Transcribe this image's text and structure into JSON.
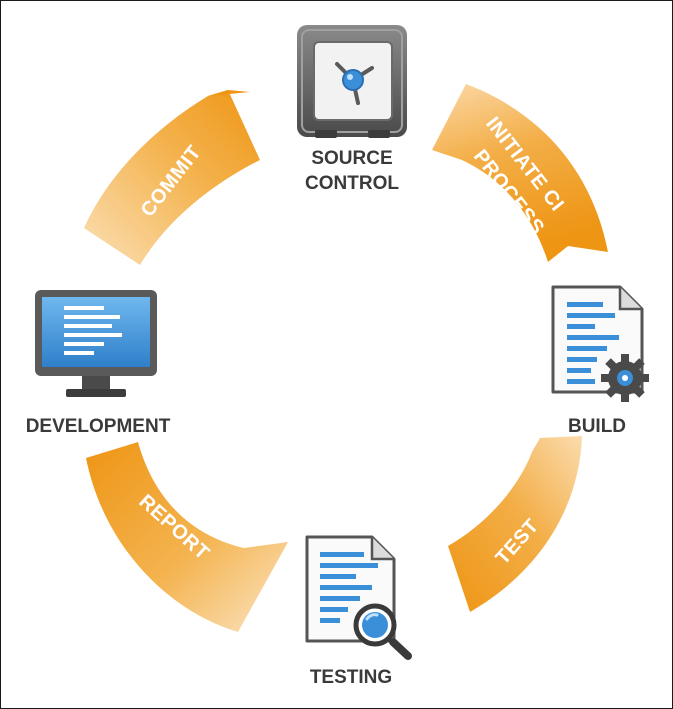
{
  "nodes": {
    "source_control": {
      "line1": "SOURCE",
      "line2": "CONTROL",
      "icon": "vault-icon"
    },
    "build": {
      "label": "BUILD",
      "icon": "build-document-gear-icon"
    },
    "testing": {
      "label": "TESTING",
      "icon": "testing-document-search-icon"
    },
    "development": {
      "label": "DEVELOPMENT",
      "icon": "monitor-icon"
    }
  },
  "arrows": {
    "commit": "COMMIT",
    "initiate_line1": "INITIATE CI",
    "initiate_line2": "PROCESS",
    "test": "TEST",
    "report": "REPORT"
  },
  "colors": {
    "arrow_orange": "#f09a1c",
    "arrow_light": "#fbd7a3",
    "label_gray": "#3a3a3a",
    "icon_blue": "#3b8fd9"
  }
}
